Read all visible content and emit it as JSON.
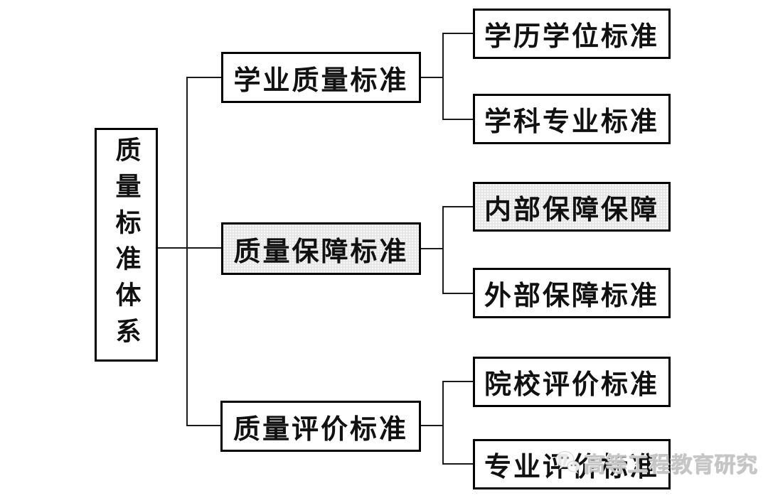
{
  "diagram": {
    "root": {
      "label": "质量标准体系"
    },
    "branches": [
      {
        "label": "学业质量标准",
        "shaded": false,
        "children": [
          {
            "label": "学历学位标准",
            "shaded": false
          },
          {
            "label": "学科专业标准",
            "shaded": false
          }
        ]
      },
      {
        "label": "质量保障标准",
        "shaded": true,
        "children": [
          {
            "label": "内部保障保障",
            "shaded": true
          },
          {
            "label": "外部保障标准",
            "shaded": false
          }
        ]
      },
      {
        "label": "质量评价标准",
        "shaded": false,
        "children": [
          {
            "label": "院校评价标准",
            "shaded": false
          },
          {
            "label": "专业评价标准",
            "shaded": false
          }
        ]
      }
    ],
    "shaded_nodes": [
      "质量保障标准",
      "内部保障保障"
    ],
    "colors": {
      "border": "#000000",
      "line": "#1a1a1a",
      "shaded_background": "#e7e7e7",
      "page_background": "#ffffff",
      "watermark_text_color": "#c6c6c6"
    },
    "watermark": {
      "icon": "wechat-icon",
      "text": "高等工程教育研究"
    }
  }
}
